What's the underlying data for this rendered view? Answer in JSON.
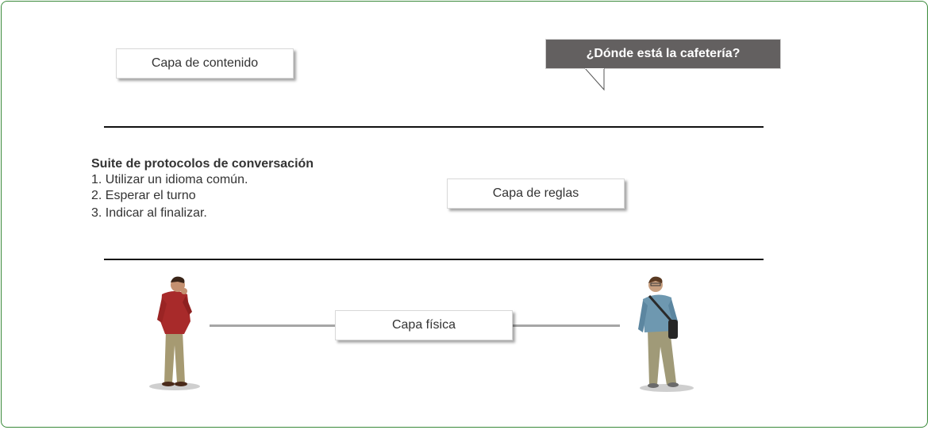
{
  "layers": {
    "content": "Capa de contenido",
    "rules": "Capa de reglas",
    "physical": "Capa física"
  },
  "speech_bubble": "¿Dónde está la cafetería?",
  "protocol_suite": {
    "title": "Suite de protocolos de conversación",
    "items": [
      "1. Utilizar un idioma común.",
      "2. Esperar el turno",
      "3. Indicar al finalizar."
    ]
  },
  "colors": {
    "frame_border": "#3a8a3a",
    "bubble_fill": "#636060",
    "wire": "#a6a6a6"
  }
}
